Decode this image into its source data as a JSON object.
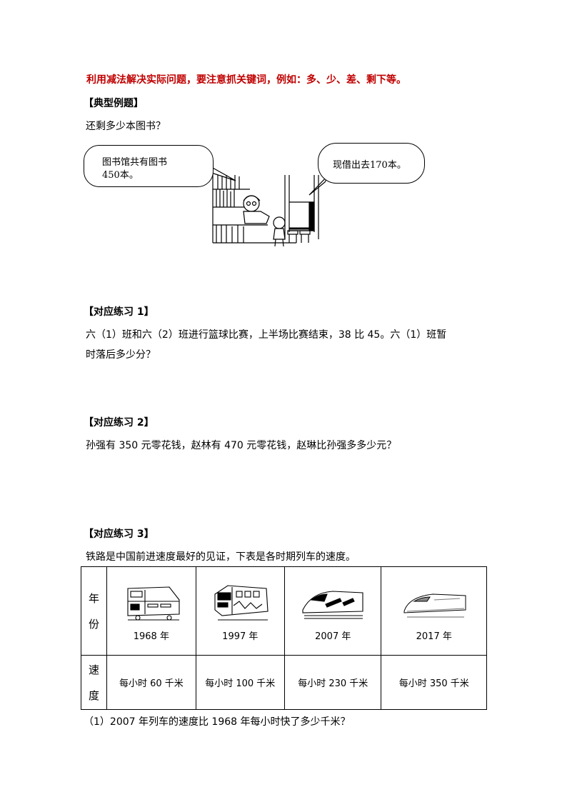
{
  "tip": "利用减法解决实际问题，要注意抓关键词，例如：多、少、差、剩下等。",
  "example": {
    "heading": "【典型例题】",
    "question": "还剩多少本图书？",
    "bubble_left_line1": "图书馆共有图书",
    "bubble_left_line2": "450本。",
    "bubble_right": "现借出去170本。"
  },
  "practice1": {
    "heading": "【对应练习 1】",
    "line1": "六（1）班和六（2）班进行篮球比赛，上半场比赛结束，38 比 45。六（1）班暂",
    "line2": "时落后多少分？"
  },
  "practice2": {
    "heading": "【对应练习 2】",
    "line1": "孙强有 350 元零花钱，赵林有 470 元零花钱，赵琳比孙强多多少元？"
  },
  "practice3": {
    "heading": "【对应练习 3】",
    "intro": "铁路是中国前进速度最好的见证，下表是各时期列车的速度。",
    "table": {
      "row1_header": [
        "年",
        "份"
      ],
      "row2_header": [
        "速",
        "度"
      ],
      "years": [
        "1968 年",
        "1997 年",
        "2007 年",
        "2017 年"
      ],
      "speeds": [
        "每小时 60 千米",
        "每小时 100 千米",
        "每小时 230 千米",
        "每小时 350 千米"
      ]
    },
    "question1": "（1）2007 年列车的速度比 1968 年每小时快了多少千米？"
  }
}
